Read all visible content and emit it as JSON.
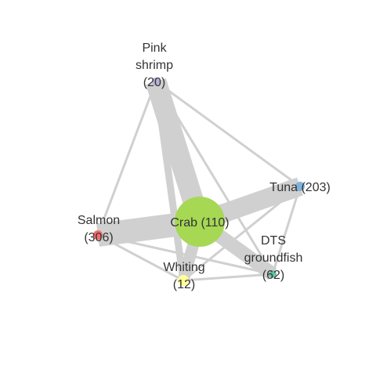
{
  "colors": {
    "edge": "#d0d0d0",
    "label": "#333333",
    "background": "#ffffff"
  },
  "nodes": [
    {
      "id": "pink_shrimp",
      "label": [
        "Pink",
        "shrimp",
        "(20)"
      ],
      "count": 20,
      "color": "#b3b3d9"
    },
    {
      "id": "tuna",
      "label": [
        "Tuna (203)"
      ],
      "count": 203,
      "color": "#7fb2d9"
    },
    {
      "id": "crab",
      "label": [
        "Crab (110)"
      ],
      "count": 110,
      "color": "#a6d854"
    },
    {
      "id": "salmon",
      "label": [
        "Salmon",
        "(306)"
      ],
      "count": 306,
      "color": "#f26b6b"
    },
    {
      "id": "dts",
      "label": [
        "DTS",
        "groundfish",
        "(62)"
      ],
      "count": 62,
      "color": "#66c2a5"
    },
    {
      "id": "whiting",
      "label": [
        "Whiting",
        "(12)"
      ],
      "count": 12,
      "color": "#ffff99"
    }
  ],
  "edges": [
    {
      "source": "crab",
      "target": "pink_shrimp",
      "weight": 9
    },
    {
      "source": "crab",
      "target": "tuna",
      "weight": 8
    },
    {
      "source": "crab",
      "target": "salmon",
      "weight": 10
    },
    {
      "source": "crab",
      "target": "dts",
      "weight": 6
    },
    {
      "source": "crab",
      "target": "whiting",
      "weight": 5
    },
    {
      "source": "pink_shrimp",
      "target": "whiting",
      "weight": 3
    },
    {
      "source": "pink_shrimp",
      "target": "dts",
      "weight": 1
    },
    {
      "source": "pink_shrimp",
      "target": "tuna",
      "weight": 1
    },
    {
      "source": "pink_shrimp",
      "target": "salmon",
      "weight": 1
    },
    {
      "source": "salmon",
      "target": "tuna",
      "weight": 1
    },
    {
      "source": "salmon",
      "target": "dts",
      "weight": 1
    },
    {
      "source": "salmon",
      "target": "whiting",
      "weight": 1
    },
    {
      "source": "tuna",
      "target": "whiting",
      "weight": 1
    },
    {
      "source": "tuna",
      "target": "dts",
      "weight": 1
    },
    {
      "source": "dts",
      "target": "whiting",
      "weight": 1
    }
  ]
}
